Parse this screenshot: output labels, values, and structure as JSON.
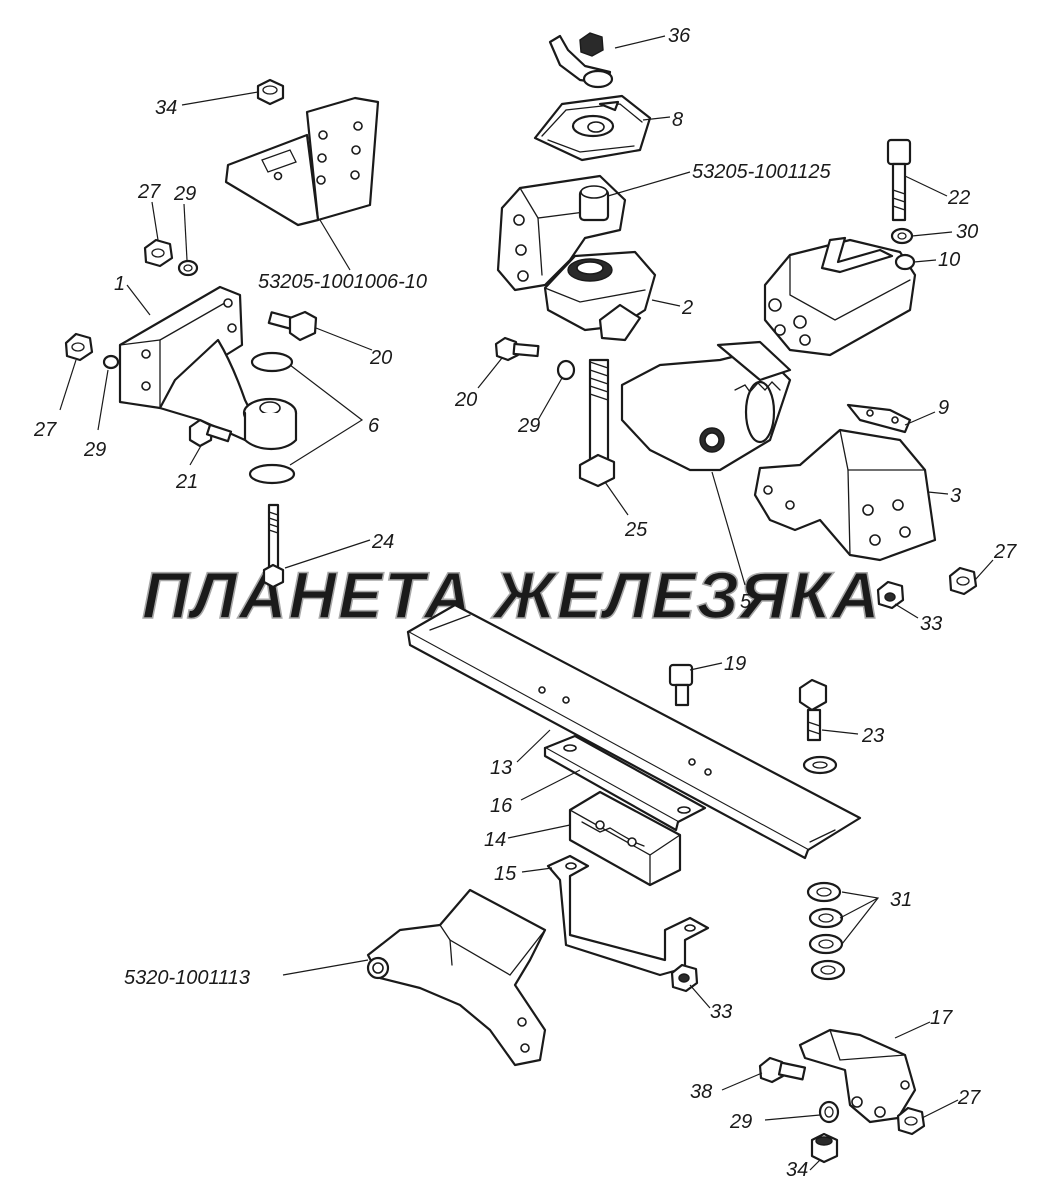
{
  "diagram": {
    "watermark": "ПЛАНЕТА ЖЕЛЕЗЯКА",
    "labels": {
      "p34a": "34",
      "p36": "36",
      "p8": "8",
      "p53205_1001125": "53205-1001125",
      "p27a": "27",
      "p29a": "29",
      "p53205_1001006_10": "53205-1001006-10",
      "p22": "22",
      "p30": "30",
      "p10": "10",
      "p1": "1",
      "p2": "2",
      "p27b": "27",
      "p29b": "29",
      "p20a": "20",
      "p20b": "20",
      "p6": "6",
      "p29c": "29",
      "p9": "9",
      "p21": "21",
      "p3": "3",
      "p25": "25",
      "p24": "24",
      "p5": "5",
      "p27c": "27",
      "p33a": "33",
      "p19": "19",
      "p23": "23",
      "p13": "13",
      "p16": "16",
      "p14": "14",
      "p15": "15",
      "p31": "31",
      "p5320_1001113": "5320-1001113",
      "p33b": "33",
      "p17": "17",
      "p38": "38",
      "p27d": "27",
      "p29d": "29",
      "p34b": "34"
    }
  }
}
